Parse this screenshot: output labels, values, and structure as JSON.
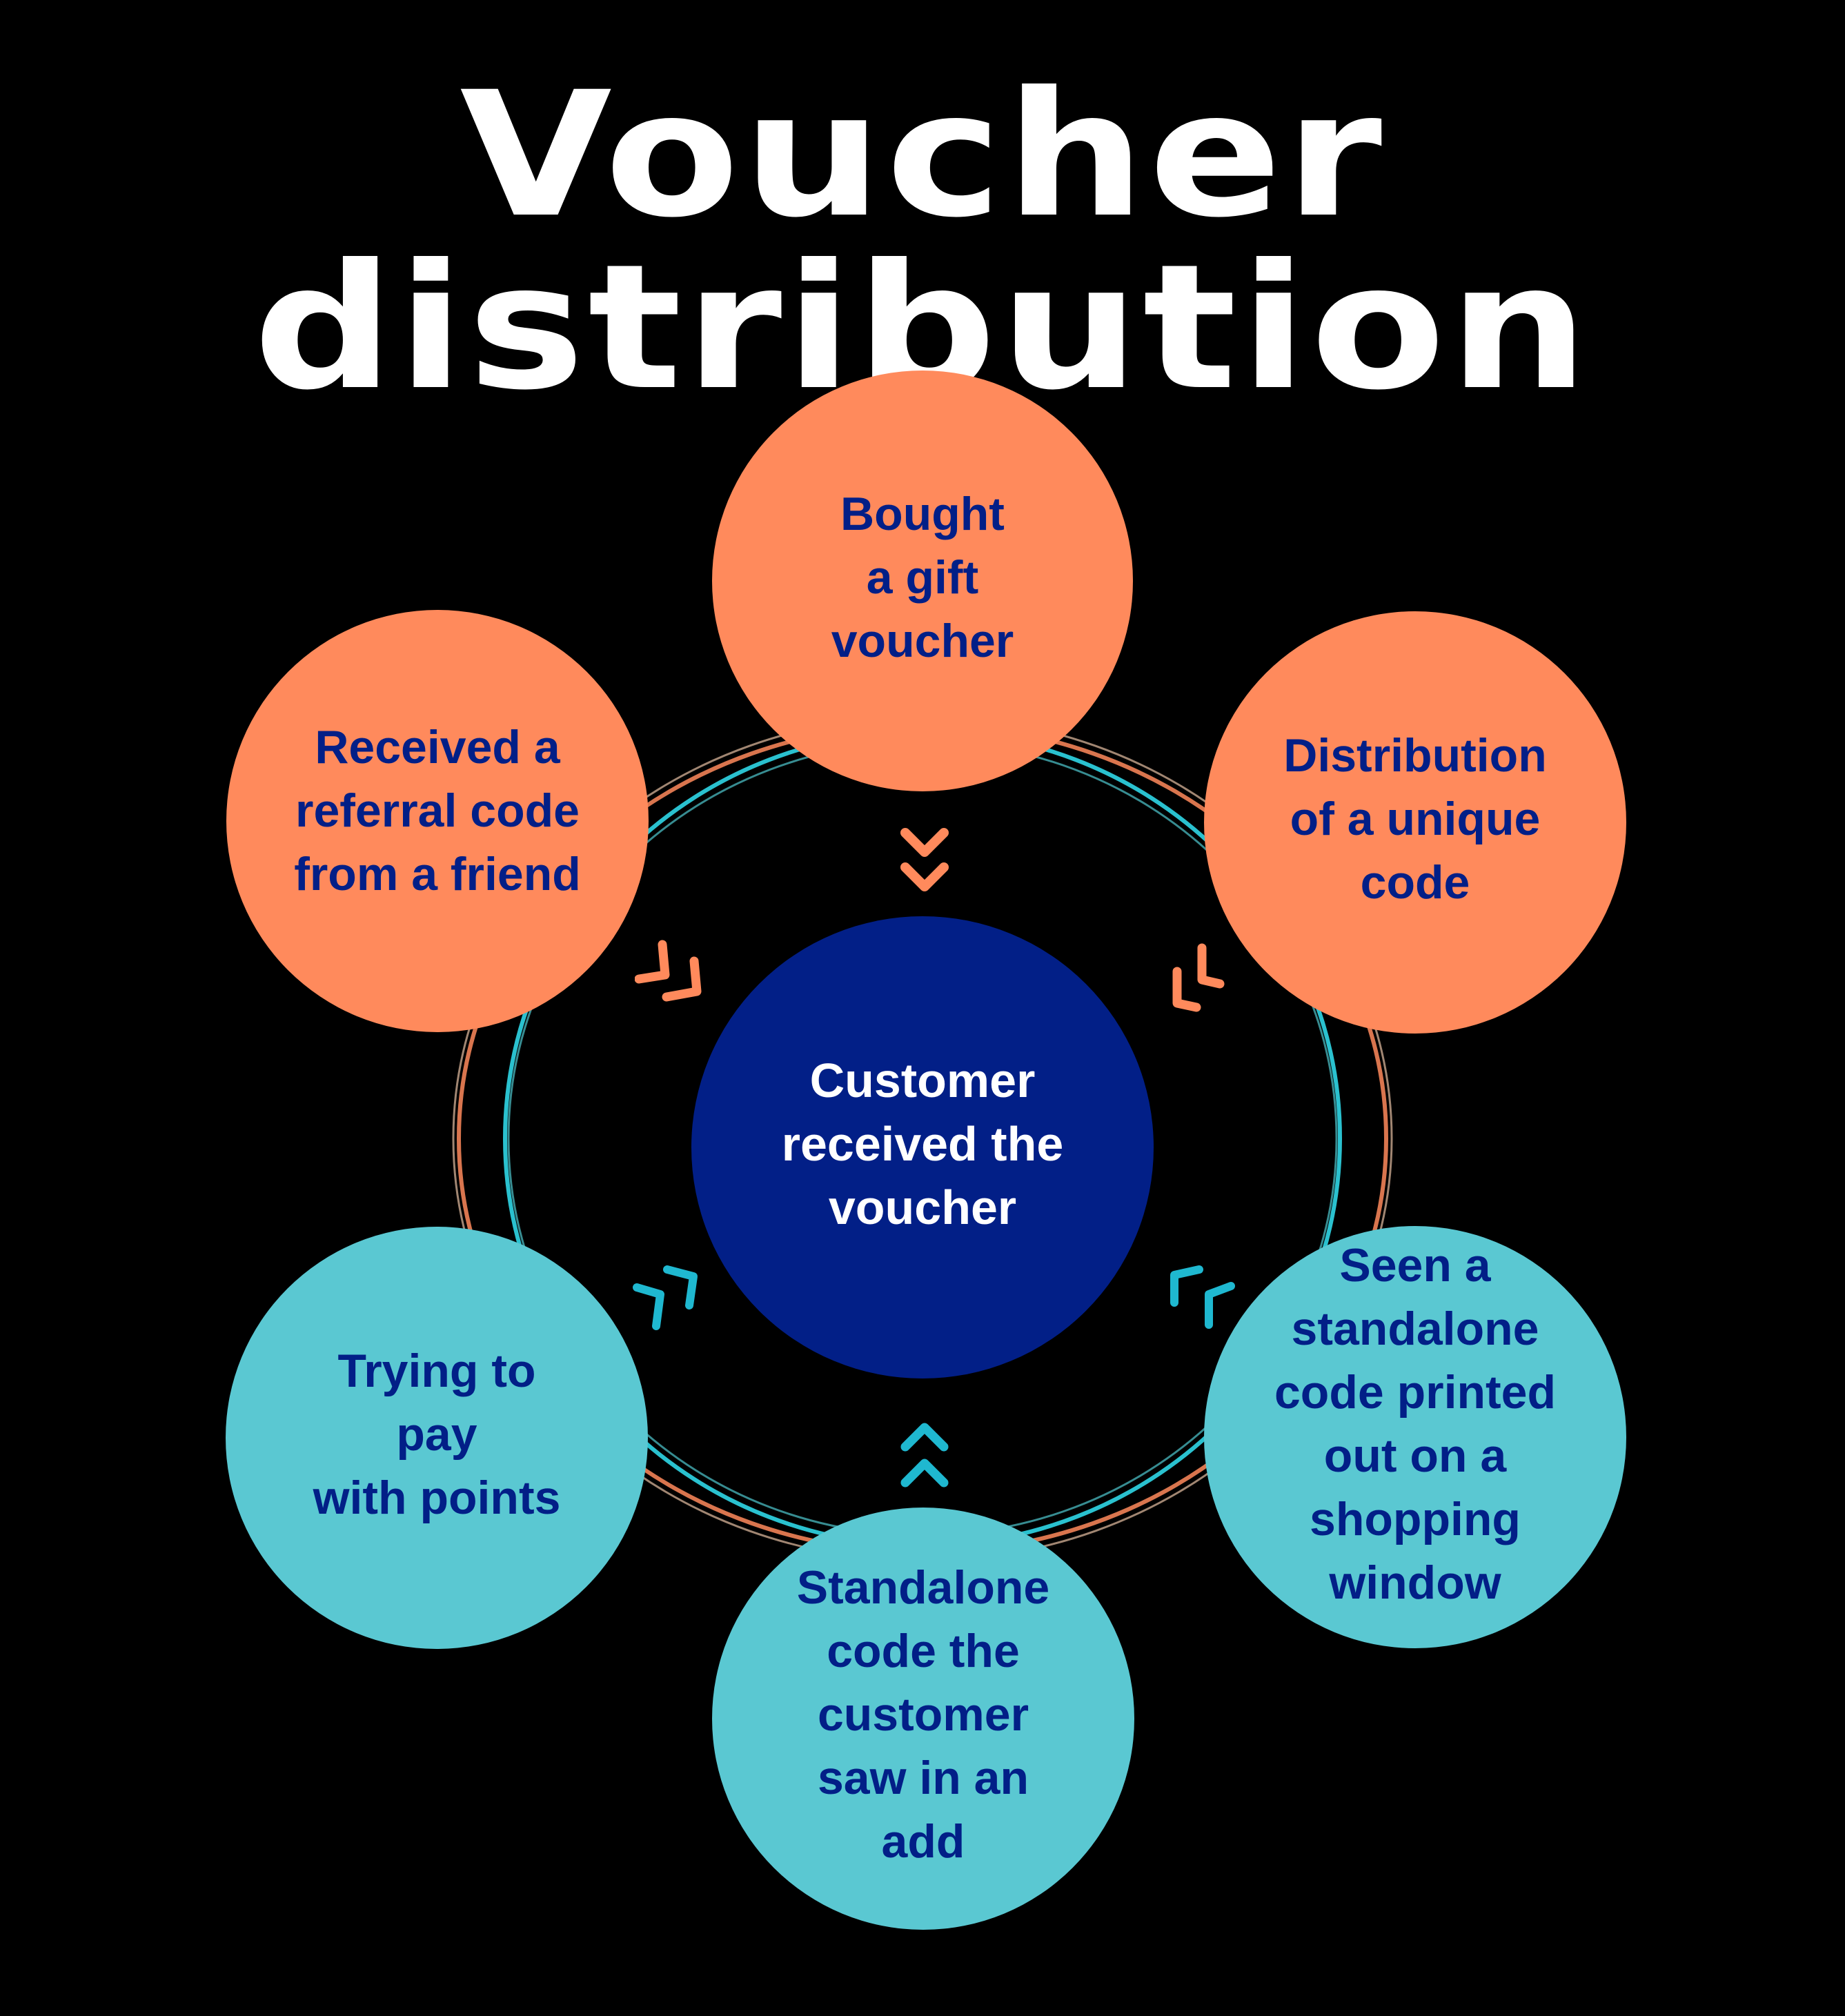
{
  "title": "Voucher distribution",
  "colors": {
    "background": "#000000",
    "title": "#ffffff",
    "orange_node": "#ff8a5c",
    "teal_node": "#5ac8d2",
    "center_node": "#021f87",
    "node_text": "#021f87",
    "center_text": "#ffffff",
    "ring_orange": "#ff8a5c",
    "ring_cyan": "#2fd6e6",
    "arrow_orange": "#ff8a5c",
    "arrow_teal": "#1fb8d0"
  },
  "center": {
    "label": "Customer\nreceived the\nvoucher"
  },
  "nodes": [
    {
      "id": "top",
      "label": "Bought\na gift\nvoucher",
      "group": "orange"
    },
    {
      "id": "top-right",
      "label": "Distribution\nof a unique\ncode",
      "group": "orange"
    },
    {
      "id": "bottom-right",
      "label": "Seen a\nstandalone\ncode printed\nout on a\nshopping\nwindow",
      "group": "teal"
    },
    {
      "id": "bottom",
      "label": "Standalone\ncode the\ncustomer\nsaw in an\nadd",
      "group": "teal"
    },
    {
      "id": "bottom-left",
      "label": "Trying to\npay\nwith points",
      "group": "teal"
    },
    {
      "id": "top-left",
      "label": "Received a\nreferral code\nfrom a friend",
      "group": "orange"
    }
  ],
  "arrows": [
    {
      "from": "top",
      "direction": "down",
      "glyph": "double-chevron",
      "color": "orange"
    },
    {
      "from": "top-right",
      "direction": "down-left",
      "glyph": "double-chevron",
      "color": "orange"
    },
    {
      "from": "bottom-right",
      "direction": "up-left",
      "glyph": "double-chevron",
      "color": "teal"
    },
    {
      "from": "bottom",
      "direction": "up",
      "glyph": "double-chevron",
      "color": "teal"
    },
    {
      "from": "bottom-left",
      "direction": "up-right",
      "glyph": "double-chevron",
      "color": "teal"
    },
    {
      "from": "top-left",
      "direction": "down-right",
      "glyph": "double-chevron",
      "color": "orange"
    }
  ]
}
